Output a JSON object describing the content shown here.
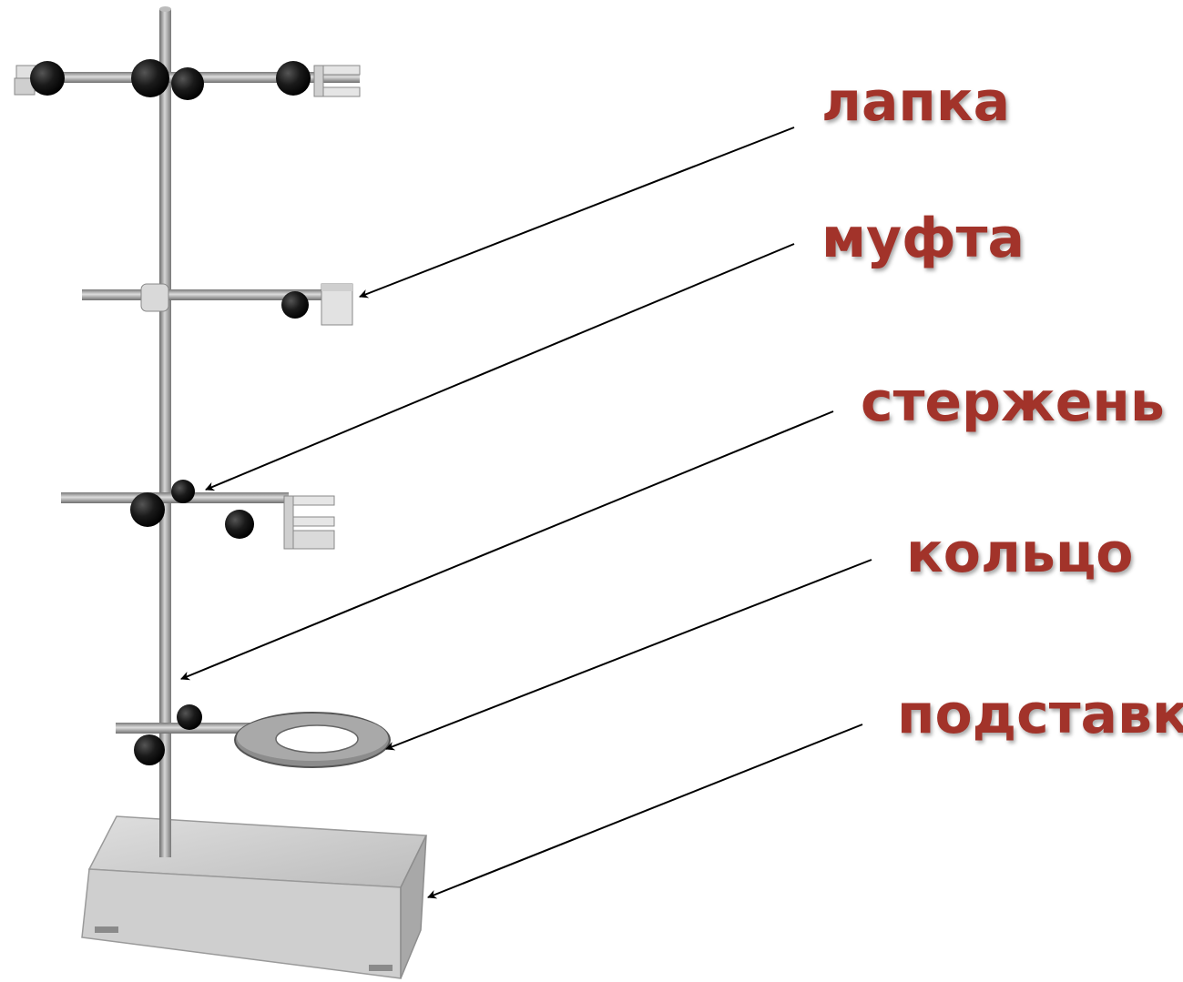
{
  "labels": [
    "лапка",
    "муфта",
    "стержень",
    "кольцо",
    "подставка"
  ],
  "colors": {
    "label": "#a2332a",
    "leader": "#000000",
    "metal": "#9a9a9a",
    "knob": "#151515",
    "base": "#c8c8c8"
  }
}
